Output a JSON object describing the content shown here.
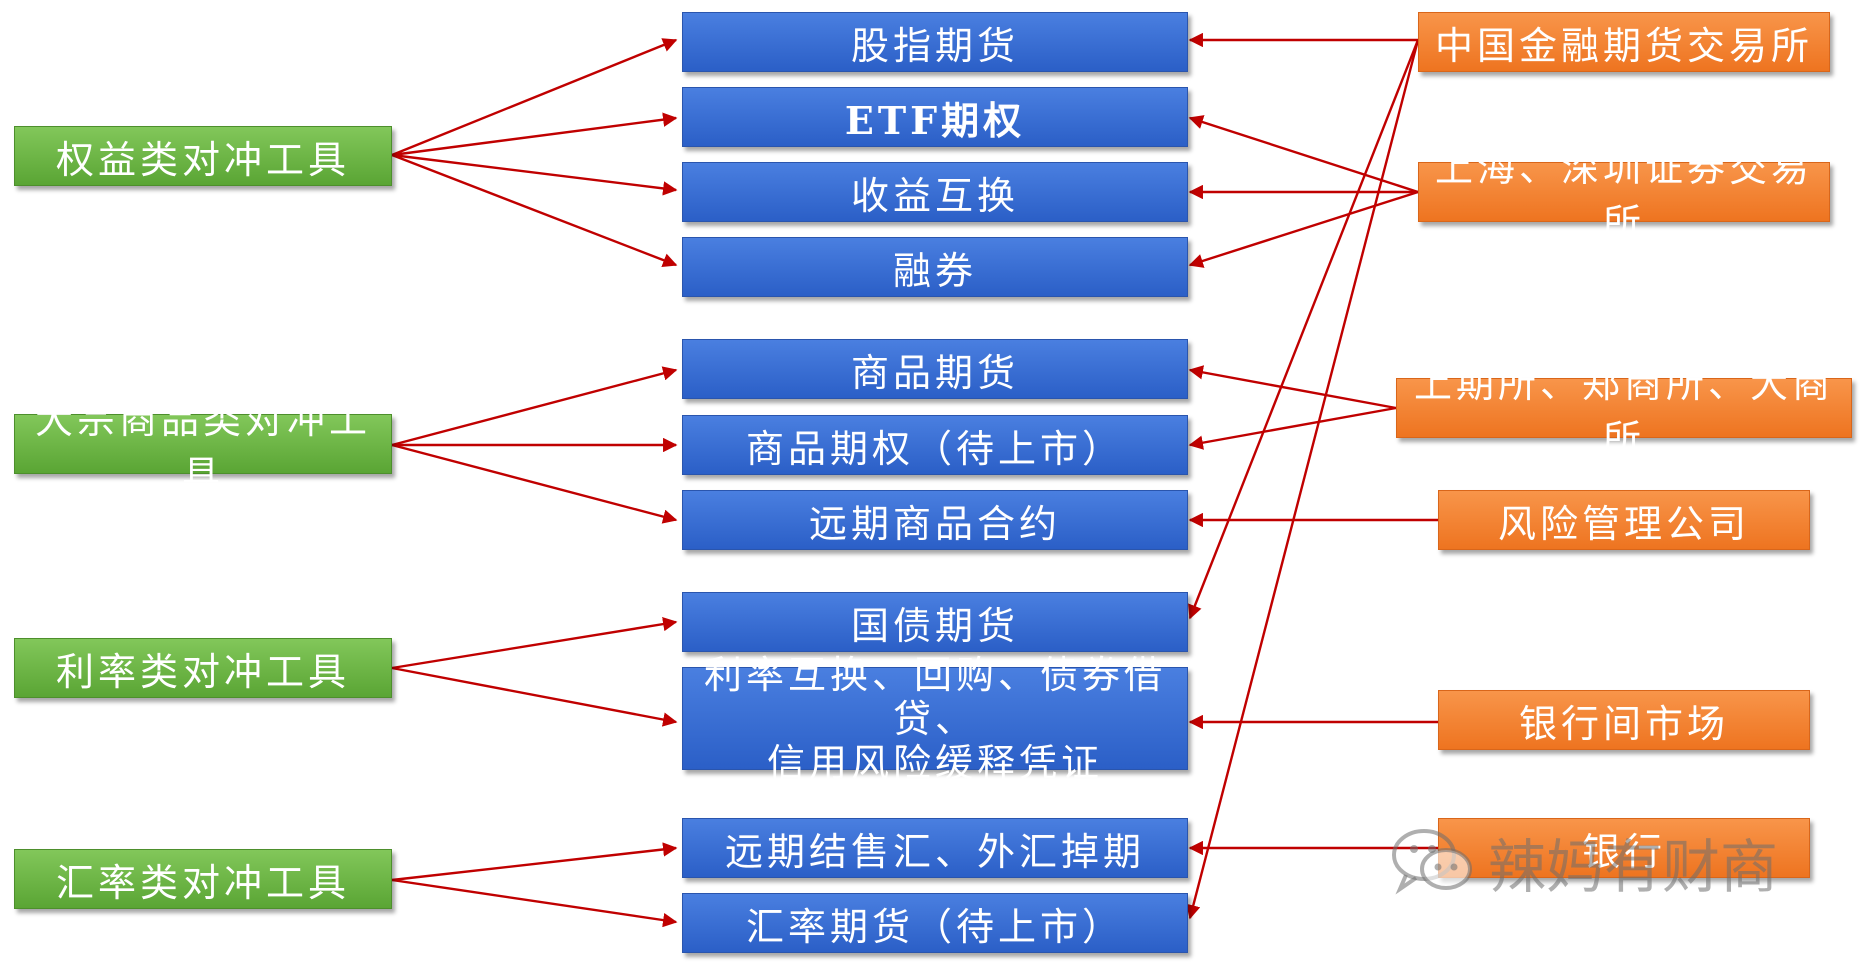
{
  "left_categories": {
    "equity": "权益类对冲工具",
    "commodity": "大宗商品类对冲工具",
    "rate": "利率类对冲工具",
    "fx": "汇率类对冲工具"
  },
  "instruments": {
    "index_futures": "股指期货",
    "etf_options": "ETF期权",
    "return_swap": "收益互换",
    "securities_lending": "融券",
    "commodity_futures": "商品期货",
    "commodity_options": "商品期权（待上市）",
    "commodity_forwards": "远期商品合约",
    "bond_futures": "国债期货",
    "rate_swap_line1": "利率互换、回购、债券借贷、",
    "rate_swap_line2": "信用风险缓释凭证",
    "fx_forward": "远期结售汇、外汇掉期",
    "fx_futures": "汇率期货（待上市）"
  },
  "venues": {
    "cffex": "中国金融期货交易所",
    "sh_sz": "上海、深圳证券交易所",
    "commodity_exchanges": "上期所、郑商所、大商所",
    "risk_mgmt": "风险管理公司",
    "interbank": "银行间市场",
    "bank": "银行"
  },
  "watermark": {
    "text": "辣妈有财商",
    "icon": "wechat-icon"
  },
  "colors": {
    "category": "#6cb544",
    "instrument": "#3a6fd8",
    "venue": "#f28433",
    "arrow": "#c00000"
  }
}
